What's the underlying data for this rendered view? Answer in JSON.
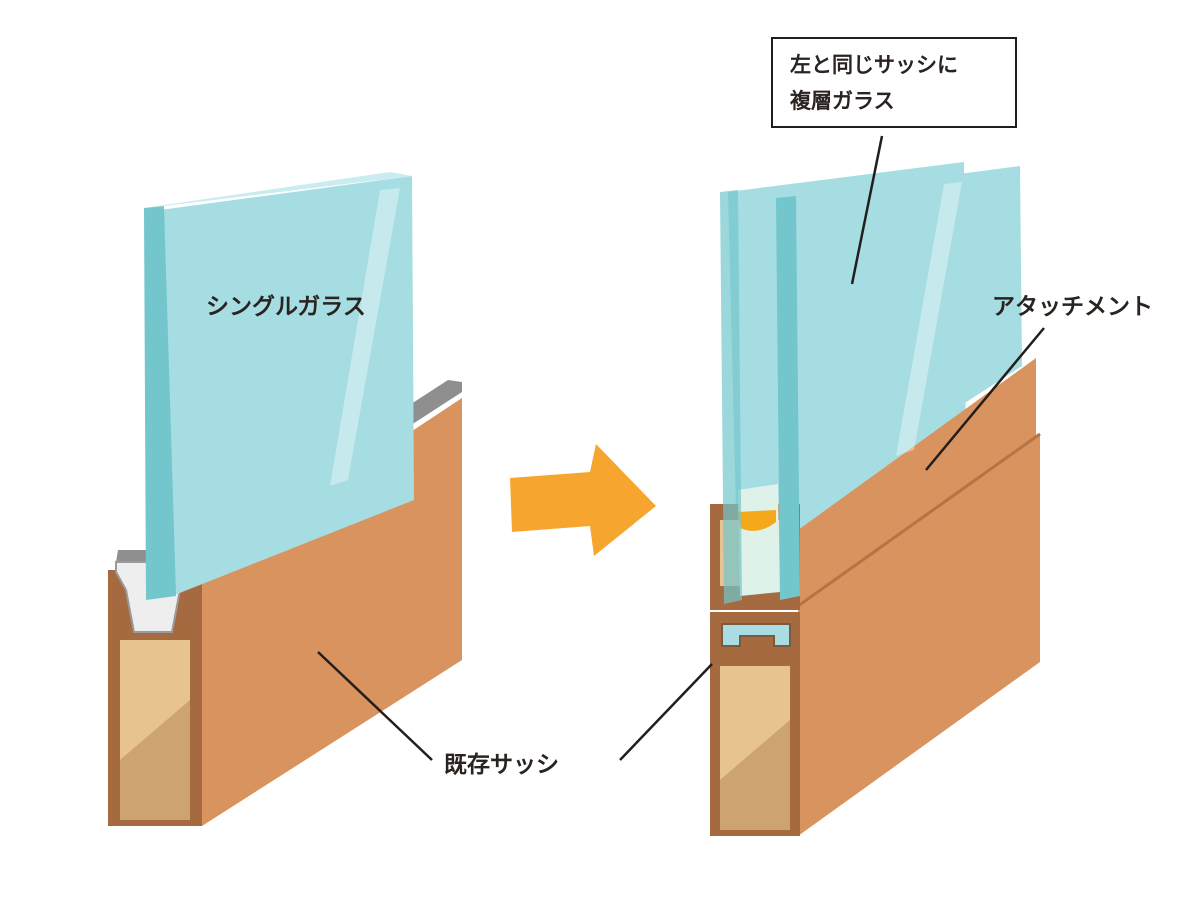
{
  "labels": {
    "single_glass": "シングルガラス",
    "box_line1": "左と同じサッシに",
    "box_line2": "複層ガラス",
    "attachment": "アタッチメント",
    "existing_sash": "既存サッシ"
  },
  "colors": {
    "glass": "#a6dde3",
    "glass_edge": "#72c6cc",
    "wood_face": "#d8935e",
    "wood_dark": "#a56a40",
    "wood_inner": "#e6c390",
    "gasket": "#8f8f8f",
    "arrow": "#f6a62e",
    "spacer": "#f4a91b",
    "line": "#231e1b"
  },
  "icons": {
    "transition": "right-arrow-icon"
  }
}
